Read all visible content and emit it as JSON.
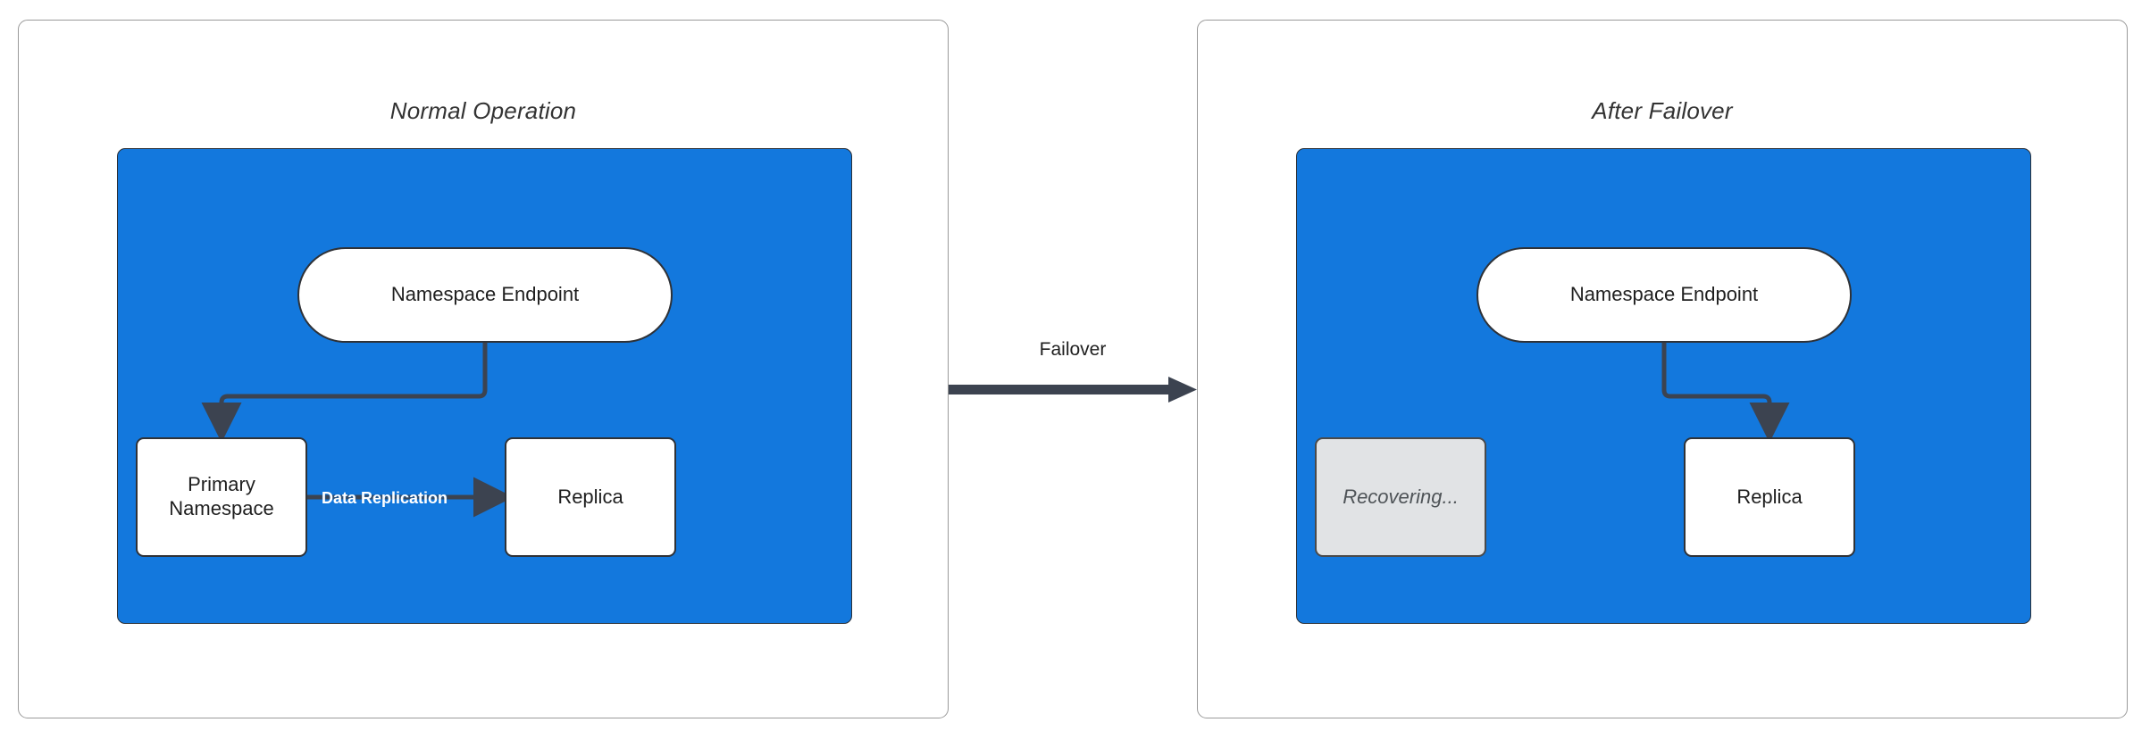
{
  "diagram": {
    "title_left": "Normal Operation",
    "title_right": "After Failover",
    "transition_label": "Failover",
    "colors": {
      "region_blue": "#1378dd",
      "node_white": "#ffffff",
      "node_disabled_gray": "#e1e3e5",
      "stroke_dark": "#2f3237",
      "panel_border": "#9a9a9a",
      "edge_label_white": "#ffffff",
      "arrow_dark": "#3c4350"
    }
  },
  "panels": [
    {
      "id": "normal",
      "title": "Normal Operation",
      "nodes": {
        "endpoint": "Namespace Endpoint",
        "primary": "Primary\nNamespace",
        "primary_line1": "Primary",
        "primary_line2": "Namespace",
        "replica": "Replica"
      },
      "edges": [
        {
          "from": "endpoint",
          "to": "primary",
          "label": ""
        },
        {
          "from": "primary",
          "to": "replica",
          "label": "Data Replication"
        }
      ]
    },
    {
      "id": "failover",
      "title": "After Failover",
      "nodes": {
        "endpoint": "Namespace Endpoint",
        "recovering": "Recovering...",
        "replica": "Replica"
      },
      "edges": [
        {
          "from": "endpoint",
          "to": "replica",
          "label": ""
        }
      ]
    }
  ]
}
